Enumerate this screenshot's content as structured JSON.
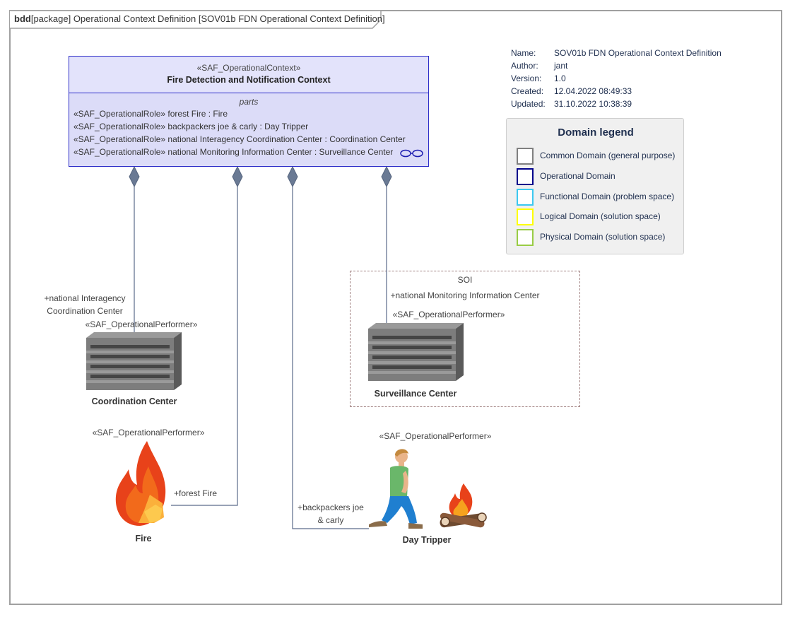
{
  "frame": {
    "kind": "bdd",
    "title": "[package] Operational Context Definition [SOV01b FDN Operational Context Definition]"
  },
  "meta": {
    "name_label": "Name:",
    "name_value": "SOV01b FDN Operational Context Definition",
    "author_label": "Author:",
    "author_value": "jant",
    "version_label": "Version:",
    "version_value": "1.0",
    "created_label": "Created:",
    "created_value": "12.04.2022 08:49:33",
    "updated_label": "Updated:",
    "updated_value": "31.10.2022 10:38:39"
  },
  "legend": {
    "title": "Domain legend",
    "items": [
      {
        "label": "Common Domain (general purpose)",
        "color": "#808080"
      },
      {
        "label": "Operational Domain",
        "color": "#00008b"
      },
      {
        "label": "Functional Domain (problem space)",
        "color": "#3cc8f0"
      },
      {
        "label": "Logical Domain (solution space)",
        "color": "#ffff00"
      },
      {
        "label": "Physical Domain (solution space)",
        "color": "#99cc44"
      }
    ]
  },
  "context_block": {
    "stereotype": "«SAF_OperationalContext»",
    "name": "Fire Detection and Notification Context",
    "parts_title": "parts",
    "parts": [
      "«SAF_OperationalRole» forest Fire : Fire",
      "«SAF_OperationalRole» backpackers joe & carly : Day Tripper",
      "«SAF_OperationalRole» national Interagency Coordination Center : Coordination Center",
      "«SAF_OperationalRole» national Monitoring Information Center : Surveillance Center"
    ],
    "accent_color": "#2d2dc8"
  },
  "soi": {
    "label": "SOI"
  },
  "performers": {
    "coordination": {
      "role_line1": "+national Interagency",
      "role_line2": "Coordination Center",
      "stereotype": "«SAF_OperationalPerformer»",
      "name": "Coordination Center",
      "icon": "server-rack-icon"
    },
    "surveillance": {
      "role": "+national Monitoring Information Center",
      "stereotype": "«SAF_OperationalPerformer»",
      "name": "Surveillance Center",
      "icon": "server-rack-icon"
    },
    "fire": {
      "role": "+forest Fire",
      "stereotype": "«SAF_OperationalPerformer»",
      "name": "Fire",
      "icon": "flame-icon"
    },
    "daytripper": {
      "role_line1": "+backpackers joe",
      "role_line2": "& carly",
      "stereotype": "«SAF_OperationalPerformer»",
      "name": "Day Tripper",
      "icon": "hiker-campfire-icon"
    }
  }
}
